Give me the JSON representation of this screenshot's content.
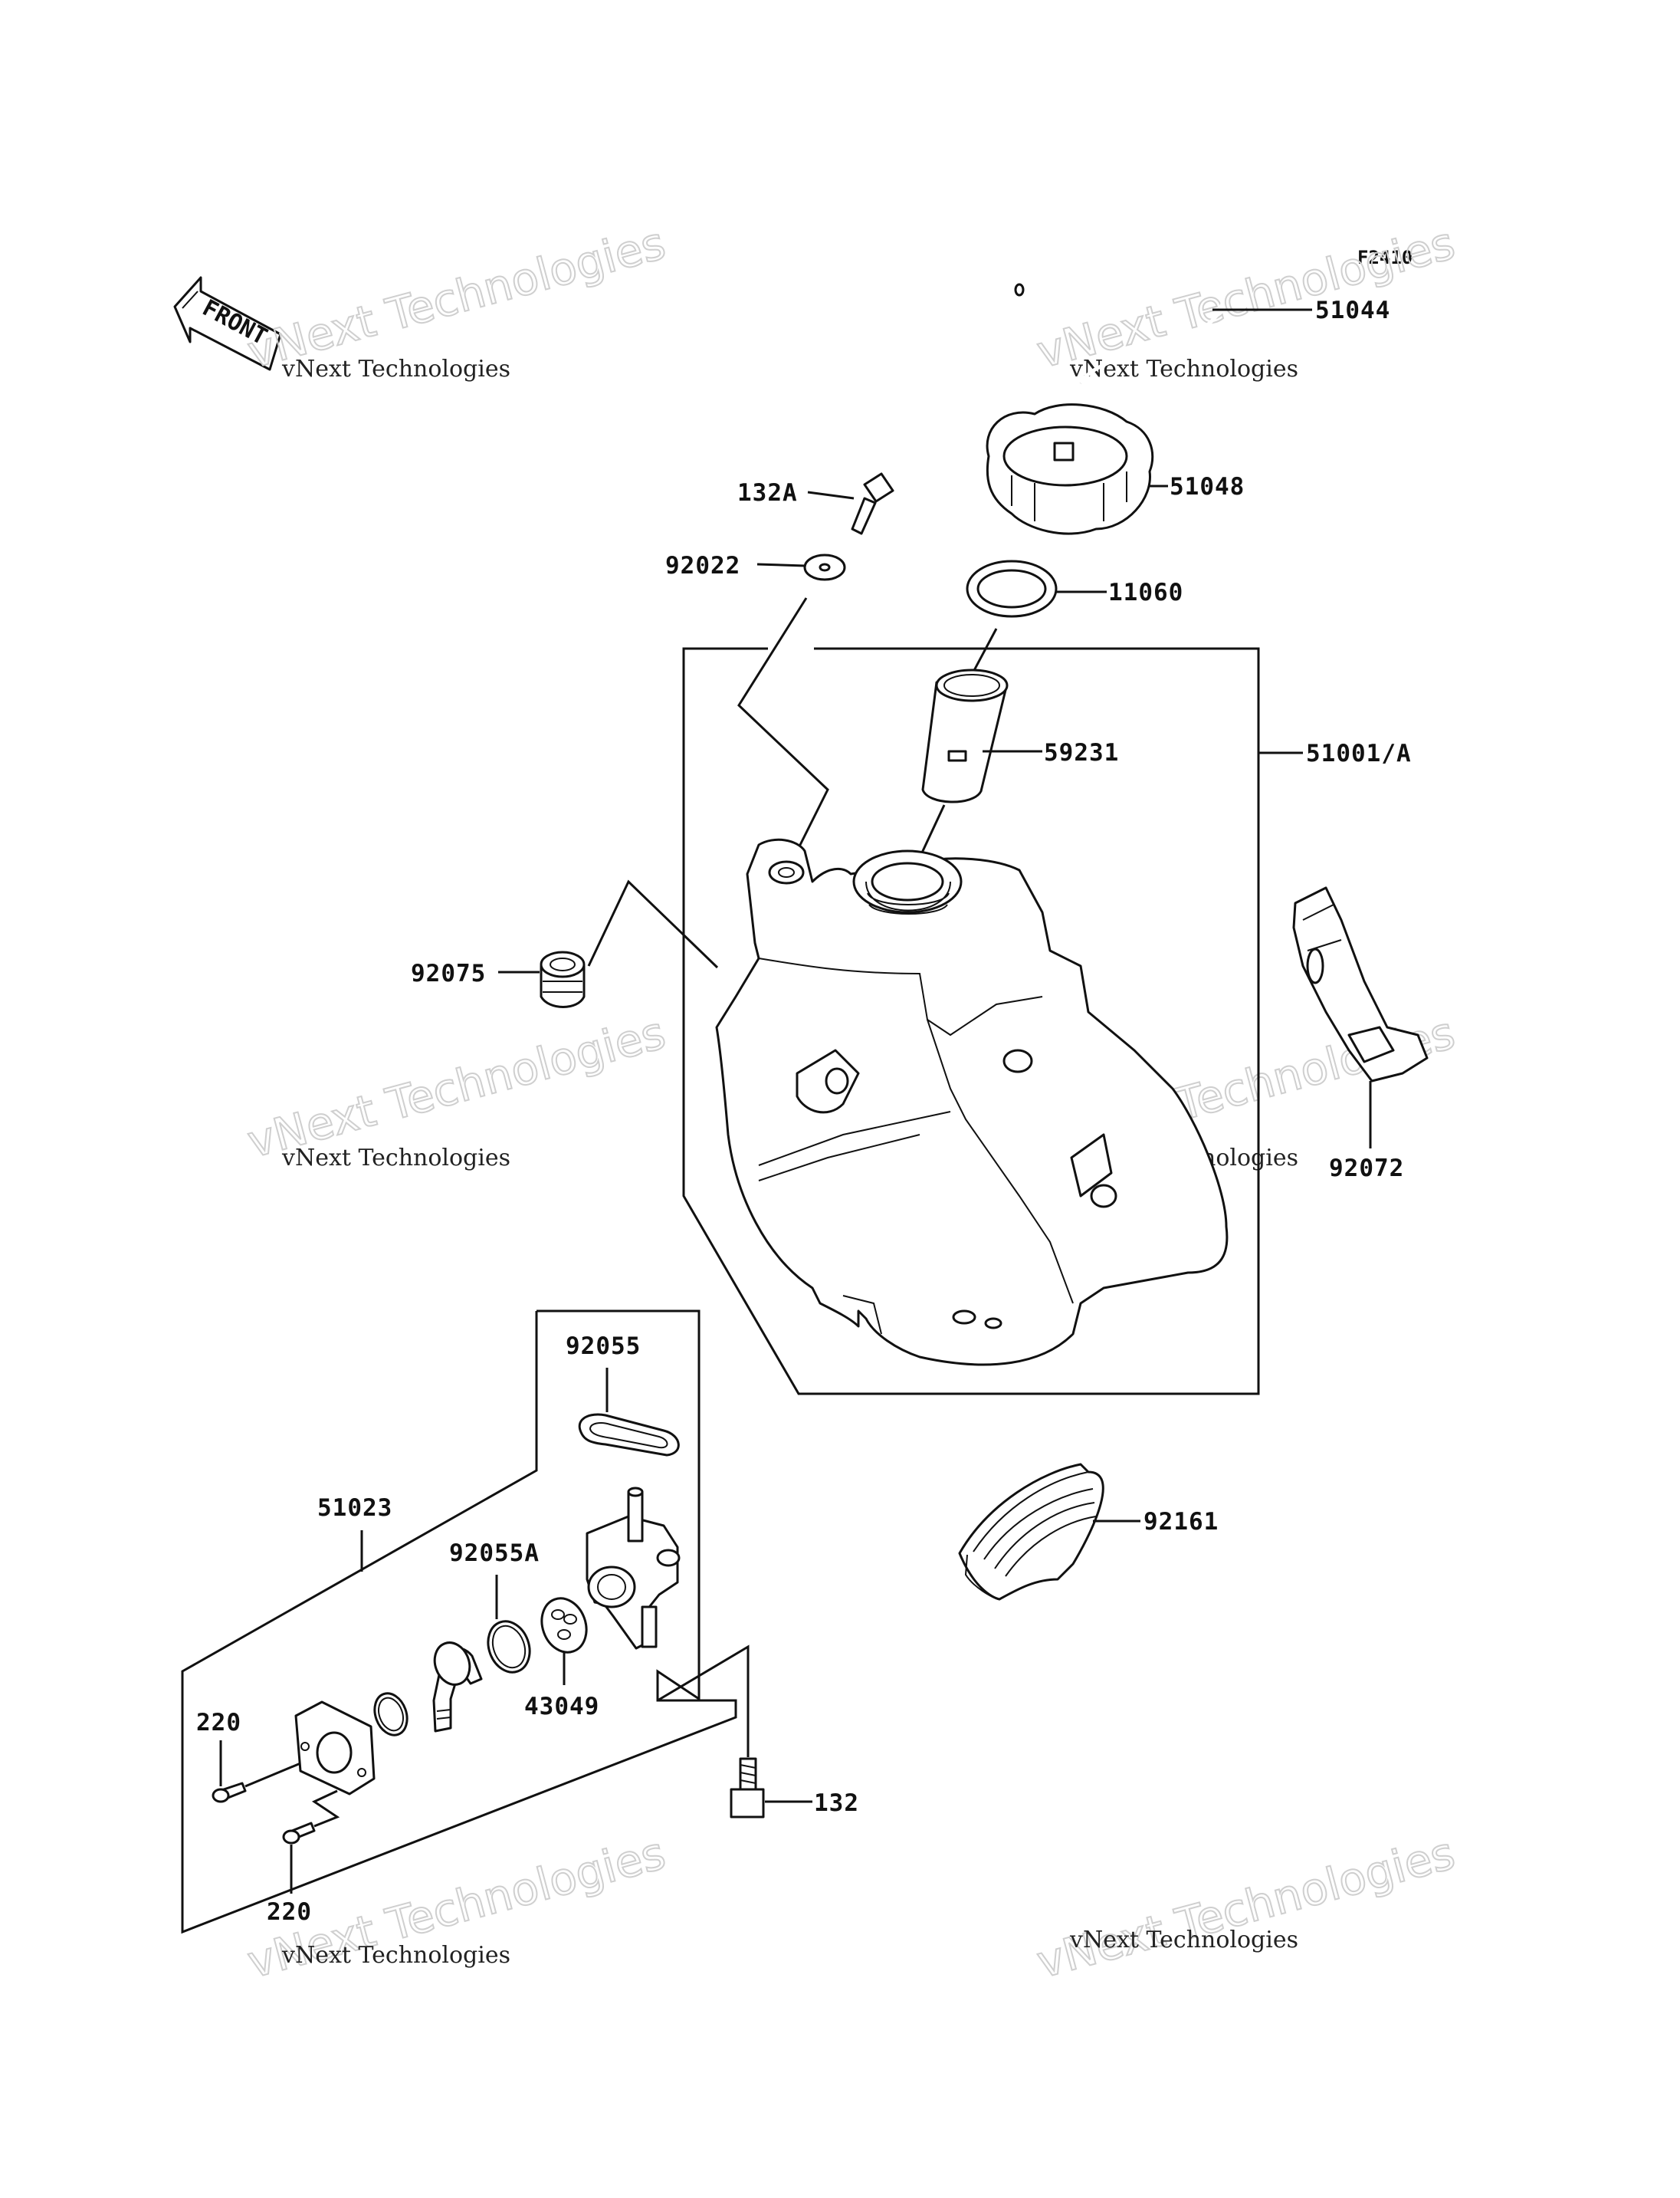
{
  "figure_code": "F2410",
  "front_arrow_text": "FRONT",
  "watermark": {
    "line1": "vNext Technologies",
    "line2": "vNext Technologies"
  },
  "labels": {
    "p51044": "51044",
    "p51048": "51048",
    "p132a": "132A",
    "p92022": "92022",
    "p11060": "11060",
    "p59231": "59231",
    "p51001a": "51001/A",
    "p92075": "92075",
    "p92072": "92072",
    "p92055": "92055",
    "p51023": "51023",
    "p92055a": "92055A",
    "p92161": "92161",
    "p220a": "220",
    "p43049": "43049",
    "p132": "132",
    "p220b": "220"
  }
}
